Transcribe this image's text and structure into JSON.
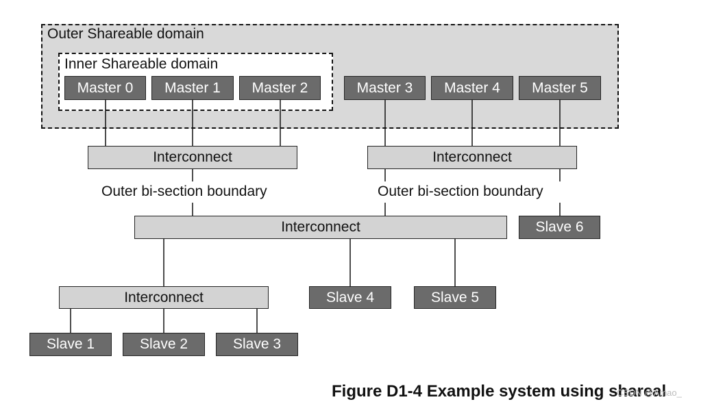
{
  "domains": {
    "outer": "Outer Shareable domain",
    "inner": "Inner Shareable domain"
  },
  "masters": [
    "Master 0",
    "Master 1",
    "Master 2",
    "Master 3",
    "Master 4",
    "Master 5"
  ],
  "interconnects": {
    "left": "Interconnect",
    "right": "Interconnect",
    "middle": "Interconnect",
    "bottom": "Interconnect"
  },
  "boundaries": {
    "left": "Outer bi-section boundary",
    "right": "Outer bi-section boundary"
  },
  "slaves": [
    "Slave 1",
    "Slave 2",
    "Slave 3",
    "Slave 4",
    "Slave 5",
    "Slave 6"
  ],
  "caption": "Figure D1-4 Example system using shareal",
  "watermark": "CSDN @Amao_"
}
